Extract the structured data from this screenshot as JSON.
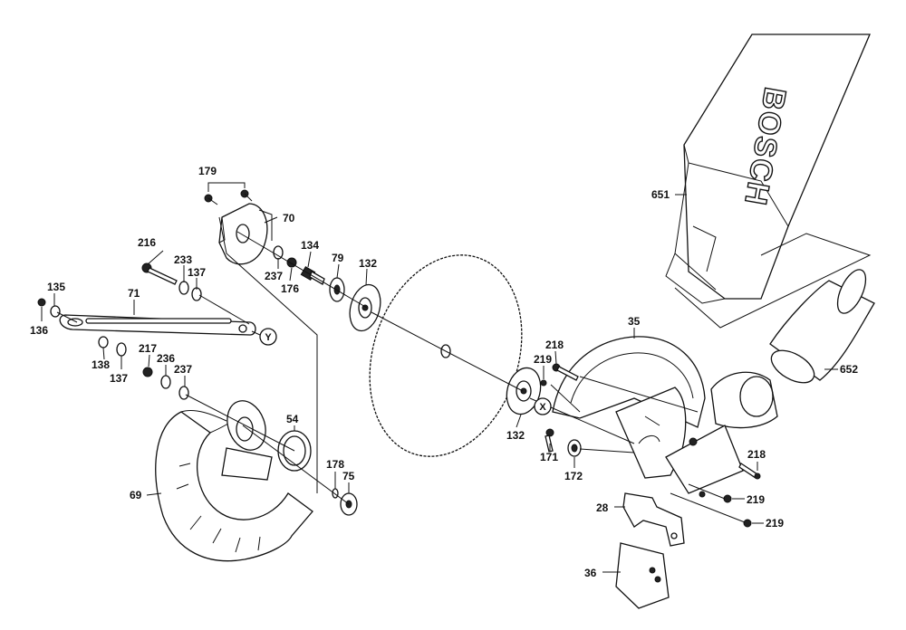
{
  "brand_text": "BOSCH",
  "markers": {
    "x": "X",
    "y": "Y"
  },
  "labels": {
    "p179": "179",
    "p70": "70",
    "p216": "216",
    "p233": "233",
    "p137a": "137",
    "p134": "134",
    "p79": "79",
    "p132a": "132",
    "p237a": "237",
    "p176": "176",
    "p135": "135",
    "p71": "71",
    "p136": "136",
    "p138": "138",
    "p137b": "137",
    "p217": "217",
    "p236": "236",
    "p237b": "237",
    "p54": "54",
    "p69": "69",
    "p178": "178",
    "p75": "75",
    "p651": "651",
    "p35": "35",
    "p218a": "218",
    "p219a": "219",
    "p132b": "132",
    "p171": "171",
    "p172": "172",
    "p652": "652",
    "p218b": "218",
    "p219b": "219",
    "p219c": "219",
    "p28": "28",
    "p36": "36"
  }
}
